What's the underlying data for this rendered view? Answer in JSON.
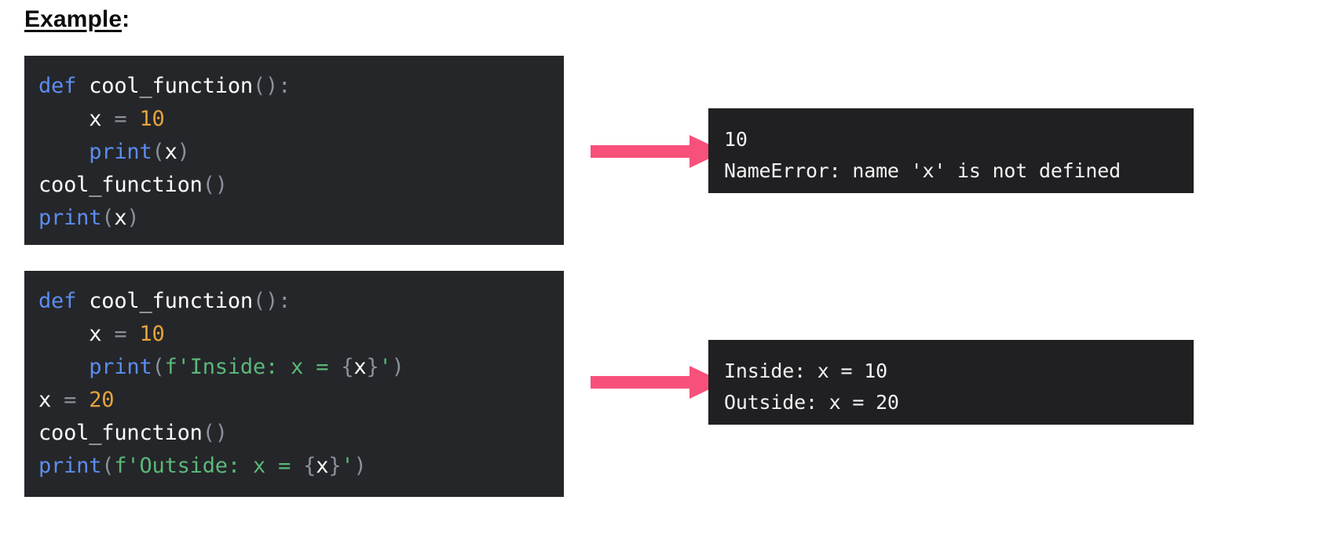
{
  "page": {
    "background": "#ffffff",
    "heading_text": "Example",
    "heading_suffix": ":"
  },
  "theme": {
    "code_background": "#252629",
    "output_background": "#202023",
    "arrow_color": "#f7507b",
    "keyword_color": "#5b8def",
    "number_color": "#e5a33c",
    "string_color": "#5cb87a",
    "punctuation_color": "#8a919c",
    "identifier_color": "#ffffff",
    "output_text_color": "#f2f2f2",
    "heading_color": "#0d0d0d"
  },
  "examples": [
    {
      "id": "example-1",
      "code_lines": [
        [
          {
            "t": "def",
            "c": "kw"
          },
          {
            "t": " ",
            "c": "plain"
          },
          {
            "t": "cool_function",
            "c": "fn"
          },
          {
            "t": "():",
            "c": "punc"
          }
        ],
        [
          {
            "t": "    ",
            "c": "plain"
          },
          {
            "t": "x",
            "c": "name"
          },
          {
            "t": " ",
            "c": "plain"
          },
          {
            "t": "=",
            "c": "op"
          },
          {
            "t": " ",
            "c": "plain"
          },
          {
            "t": "10",
            "c": "num"
          }
        ],
        [
          {
            "t": "    ",
            "c": "plain"
          },
          {
            "t": "print",
            "c": "builtin"
          },
          {
            "t": "(",
            "c": "punc"
          },
          {
            "t": "x",
            "c": "name"
          },
          {
            "t": ")",
            "c": "punc"
          }
        ],
        [
          {
            "t": "cool_function",
            "c": "fn"
          },
          {
            "t": "()",
            "c": "punc"
          }
        ],
        [
          {
            "t": "print",
            "c": "builtin"
          },
          {
            "t": "(",
            "c": "punc"
          },
          {
            "t": "x",
            "c": "name"
          },
          {
            "t": ")",
            "c": "punc"
          }
        ]
      ],
      "arrow_name": "arrow-right-icon",
      "output_lines": [
        "10",
        "NameError: name 'x' is not defined"
      ]
    },
    {
      "id": "example-2",
      "code_lines": [
        [
          {
            "t": "def",
            "c": "kw"
          },
          {
            "t": " ",
            "c": "plain"
          },
          {
            "t": "cool_function",
            "c": "fn"
          },
          {
            "t": "():",
            "c": "punc"
          }
        ],
        [
          {
            "t": "    ",
            "c": "plain"
          },
          {
            "t": "x",
            "c": "name"
          },
          {
            "t": " ",
            "c": "plain"
          },
          {
            "t": "=",
            "c": "op"
          },
          {
            "t": " ",
            "c": "plain"
          },
          {
            "t": "10",
            "c": "num"
          }
        ],
        [
          {
            "t": "    ",
            "c": "plain"
          },
          {
            "t": "print",
            "c": "builtin"
          },
          {
            "t": "(",
            "c": "punc"
          },
          {
            "t": "f'Inside: x = ",
            "c": "str"
          },
          {
            "t": "{",
            "c": "punc"
          },
          {
            "t": "x",
            "c": "name"
          },
          {
            "t": "}",
            "c": "punc"
          },
          {
            "t": "'",
            "c": "str"
          },
          {
            "t": ")",
            "c": "punc"
          }
        ],
        [
          {
            "t": "x",
            "c": "name"
          },
          {
            "t": " ",
            "c": "plain"
          },
          {
            "t": "=",
            "c": "op"
          },
          {
            "t": " ",
            "c": "plain"
          },
          {
            "t": "20",
            "c": "num"
          }
        ],
        [
          {
            "t": "cool_function",
            "c": "fn"
          },
          {
            "t": "()",
            "c": "punc"
          }
        ],
        [
          {
            "t": "print",
            "c": "builtin"
          },
          {
            "t": "(",
            "c": "punc"
          },
          {
            "t": "f'Outside: x = ",
            "c": "str"
          },
          {
            "t": "{",
            "c": "punc"
          },
          {
            "t": "x",
            "c": "name"
          },
          {
            "t": "}",
            "c": "punc"
          },
          {
            "t": "'",
            "c": "str"
          },
          {
            "t": ")",
            "c": "punc"
          }
        ]
      ],
      "arrow_name": "arrow-right-icon",
      "output_lines": [
        "Inside: x = 10",
        "Outside: x = 20"
      ]
    }
  ]
}
